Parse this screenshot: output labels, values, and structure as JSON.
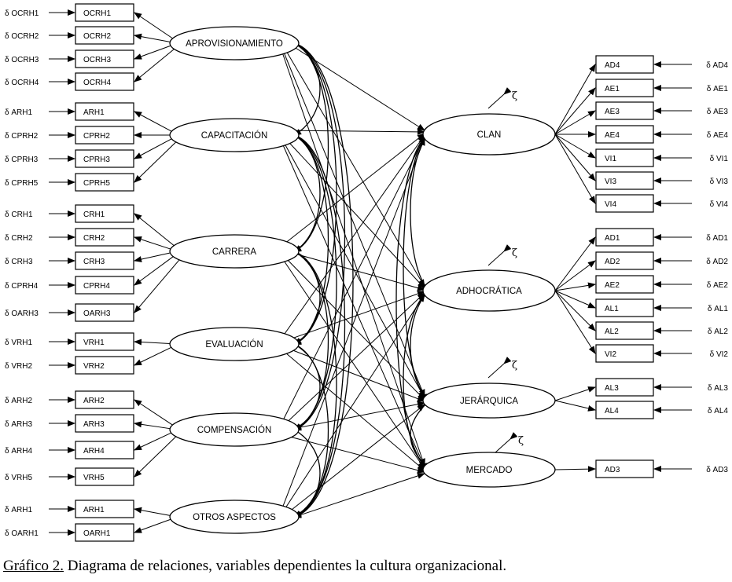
{
  "caption": {
    "label": "Gráfico 2.",
    "text": " Diagrama de relaciones, variables dependientes la cultura organizacional."
  },
  "zeta": "ζ",
  "latents_left": [
    {
      "id": "aprovisionamiento",
      "label": "APROVISIONAMIENTO",
      "indicators": [
        {
          "error": "δ OCRH1",
          "label": "OCRH1"
        },
        {
          "error": "δ OCRH2",
          "label": "OCRH2"
        },
        {
          "error": "δ OCRH3",
          "label": "OCRH3"
        },
        {
          "error": "δ OCRH4",
          "label": "OCRH4"
        }
      ]
    },
    {
      "id": "capacitacion",
      "label": "CAPACITACIÓN",
      "indicators": [
        {
          "error": "δ ARH1",
          "label": "ARH1"
        },
        {
          "error": "δ CPRH2",
          "label": "CPRH2"
        },
        {
          "error": "δ CPRH3",
          "label": "CPRH3"
        },
        {
          "error": "δ CPRH5",
          "label": "CPRH5"
        }
      ]
    },
    {
      "id": "carrera",
      "label": "CARRERA",
      "indicators": [
        {
          "error": "δ CRH1",
          "label": "CRH1"
        },
        {
          "error": "δ CRH2",
          "label": "CRH2"
        },
        {
          "error": "δ CRH3",
          "label": "CRH3"
        },
        {
          "error": "δ CPRH4",
          "label": "CPRH4"
        },
        {
          "error": "δ OARH3",
          "label": "OARH3"
        }
      ]
    },
    {
      "id": "evaluacion",
      "label": "EVALUACIÓN",
      "indicators": [
        {
          "error": "δ VRH1",
          "label": "VRH1"
        },
        {
          "error": "δ VRH2",
          "label": "VRH2"
        }
      ]
    },
    {
      "id": "compensacion",
      "label": "COMPENSACIÓN",
      "indicators": [
        {
          "error": "δ ARH2",
          "label": "ARH2"
        },
        {
          "error": "δ ARH3",
          "label": "ARH3"
        },
        {
          "error": "δ ARH4",
          "label": "ARH4"
        },
        {
          "error": "δ VRH5",
          "label": "VRH5"
        }
      ]
    },
    {
      "id": "otros",
      "label": "OTROS ASPECTOS",
      "indicators": [
        {
          "error": "δ ARH1",
          "label": "ARH1"
        },
        {
          "error": "δ OARH1",
          "label": "OARH1"
        }
      ]
    }
  ],
  "latents_right": [
    {
      "id": "clan",
      "label": "CLAN",
      "indicators": [
        {
          "label": "AD4",
          "error": "δ AD4"
        },
        {
          "label": "AE1",
          "error": "δ AE1"
        },
        {
          "label": "AE3",
          "error": "δ AE3"
        },
        {
          "label": "AE4",
          "error": "δ AE4"
        },
        {
          "label": "VI1",
          "error": "δ VI1"
        },
        {
          "label": "VI3",
          "error": "δ VI3"
        },
        {
          "label": "VI4",
          "error": "δ VI4"
        }
      ]
    },
    {
      "id": "adhocratica",
      "label": "ADHOCRÁTICA",
      "indicators": [
        {
          "label": "AD1",
          "error": "δ AD1"
        },
        {
          "label": "AD2",
          "error": "δ AD2"
        },
        {
          "label": "AE2",
          "error": "δ AE2"
        },
        {
          "label": "AL1",
          "error": "δ AL1"
        },
        {
          "label": "AL2",
          "error": "δ AL2"
        },
        {
          "label": "VI2",
          "error": "δ VI2"
        }
      ]
    },
    {
      "id": "jerarquica",
      "label": "JERÁRQUICA",
      "indicators": [
        {
          "label": "AL3",
          "error": "δ AL3"
        },
        {
          "label": "AL4",
          "error": "δ AL4"
        }
      ]
    },
    {
      "id": "mercado",
      "label": "MERCADO",
      "indicators": [
        {
          "label": "AD3",
          "error": "δ AD3"
        }
      ]
    }
  ]
}
